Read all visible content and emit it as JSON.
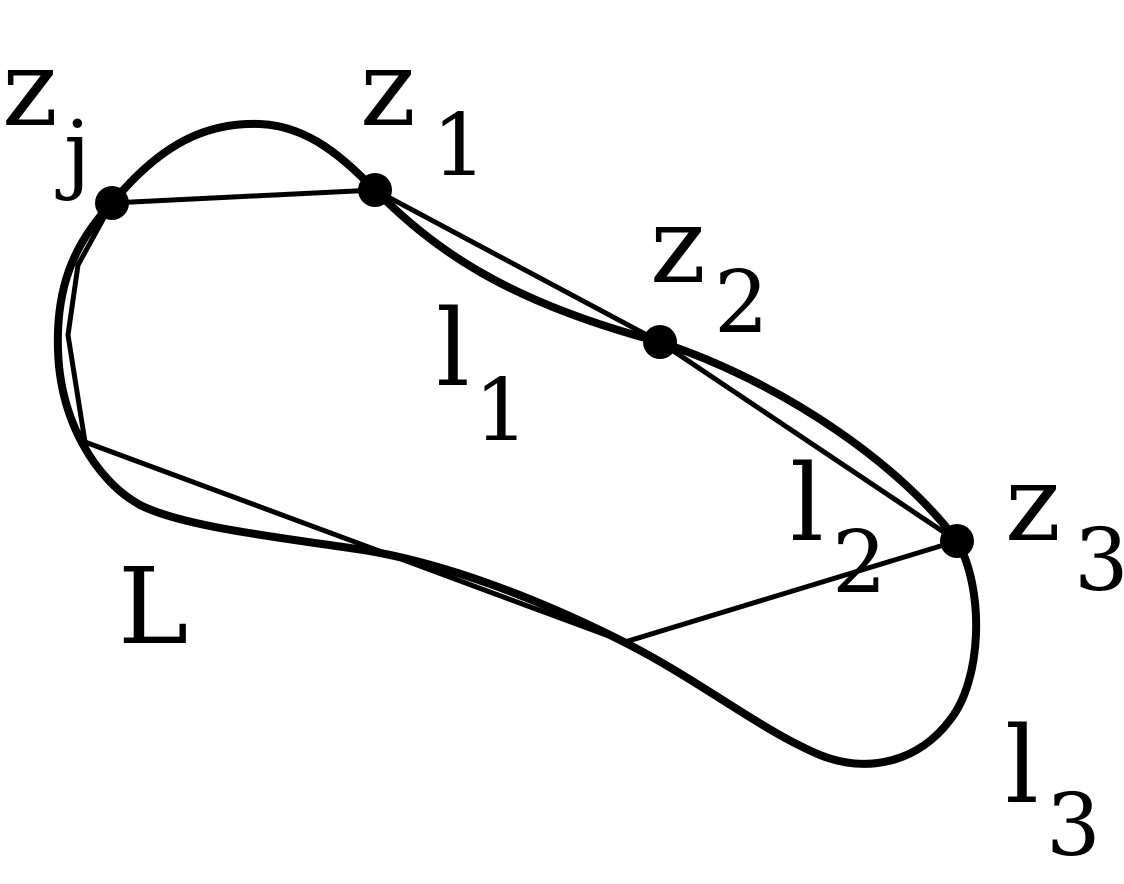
{
  "labels": {
    "zj": {
      "base": "z",
      "sub": "j"
    },
    "z1": {
      "base": "z",
      "sub": "1"
    },
    "z2": {
      "base": "z",
      "sub": "2"
    },
    "z3": {
      "base": "z",
      "sub": "3"
    },
    "l1": {
      "base": "l",
      "sub": "1"
    },
    "l2": {
      "base": "l",
      "sub": "2"
    },
    "l3": {
      "base": "l",
      "sub": "3"
    },
    "curve": "L"
  },
  "colors": {
    "stroke": "#000000",
    "background": "#ffffff"
  }
}
